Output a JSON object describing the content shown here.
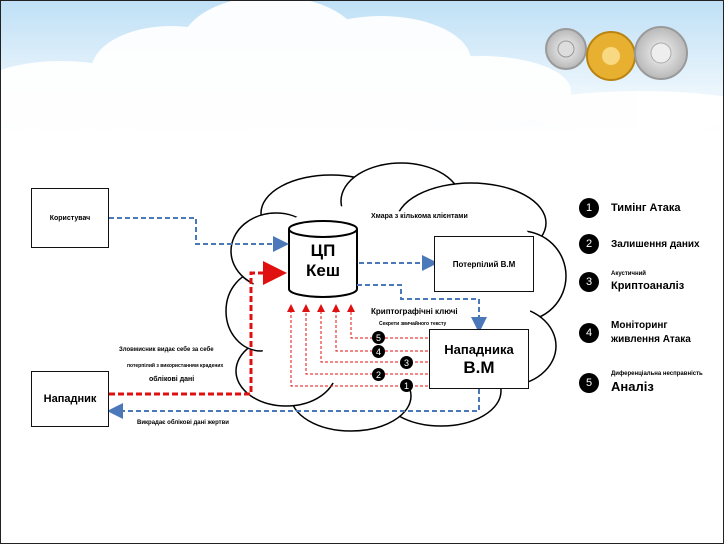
{
  "nodes": {
    "user": "Користувач",
    "cpu_line1": "ЦП",
    "cpu_line2": "Кеш",
    "victim_vm": "Потерпілий В.М",
    "attacker": "Нападник",
    "attacker_vm_line1": "Нападника",
    "attacker_vm_line2": "В.М"
  },
  "labels": {
    "cloud": "Хмара з кількома клієнтами",
    "crypto_keys": "Криптографічні ключі",
    "plaintext_secrets": "Секрети звичайного тексту",
    "impersonate_line1": "Зловмисник видає себе за себе",
    "impersonate_line2": "потерпілий з використанням крадених",
    "impersonate_line3": "облікові дані",
    "steals_credentials": "Викрадає облікові дані жертви"
  },
  "attack_numbers": [
    "5",
    "4",
    "3",
    "2",
    "1"
  ],
  "legend": [
    {
      "number": "1",
      "small": "",
      "title": "Тимінг Атака"
    },
    {
      "number": "2",
      "small": "",
      "title": "Залишення даних"
    },
    {
      "number": "3",
      "small": "Акустичний",
      "title": "Криптоаналіз"
    },
    {
      "number": "4",
      "small": "",
      "title": "Моніторинг живлення Атака"
    },
    {
      "number": "5",
      "small": "Диференціальна несправність",
      "title": "Аналіз"
    }
  ],
  "colors": {
    "blue_arrow": "#4a78b8",
    "red_arrow": "#e01010",
    "sky": "#cfe6f7"
  }
}
